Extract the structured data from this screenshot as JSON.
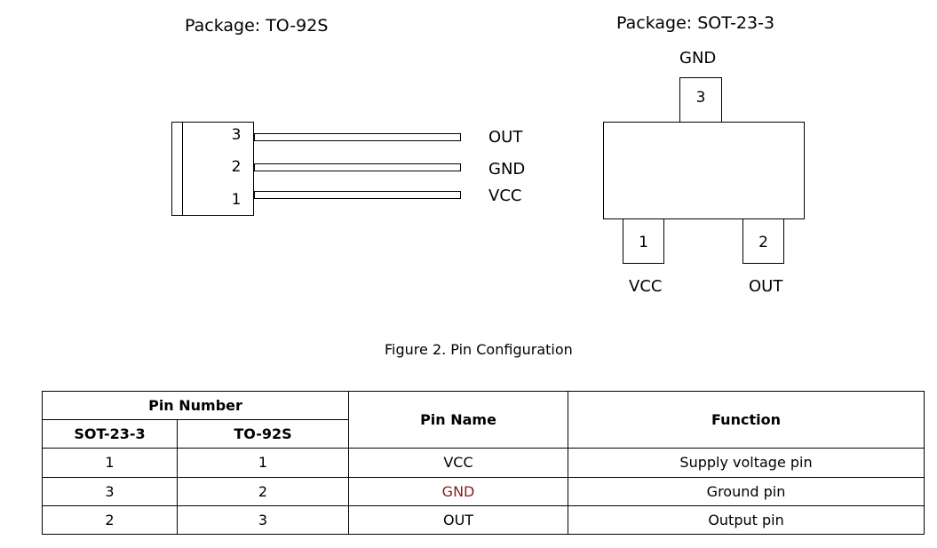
{
  "to92s": {
    "title": "Package: TO-92S",
    "pins": [
      {
        "number": "3",
        "name": "OUT"
      },
      {
        "number": "2",
        "name": "GND"
      },
      {
        "number": "1",
        "name": "VCC"
      }
    ]
  },
  "sot23": {
    "title": "Package: SOT-23-3",
    "top_pin": {
      "number": "3",
      "name": "GND"
    },
    "left_pin": {
      "number": "1",
      "name": "VCC"
    },
    "right_pin": {
      "number": "2",
      "name": "OUT"
    }
  },
  "caption": "Figure 2. Pin Configuration",
  "table": {
    "header_group": "Pin Number",
    "sub_headers": [
      "SOT-23-3",
      "TO-92S"
    ],
    "pin_name_header": "Pin Name",
    "function_header": "Function",
    "rows": [
      {
        "sot23": "1",
        "to92s": "1",
        "name": "VCC",
        "function": "Supply voltage pin"
      },
      {
        "sot23": "3",
        "to92s": "2",
        "name": "GND",
        "function": "Ground pin"
      },
      {
        "sot23": "2",
        "to92s": "3",
        "name": "OUT",
        "function": "Output pin"
      }
    ],
    "gnd_color": "#8b1a1a"
  }
}
